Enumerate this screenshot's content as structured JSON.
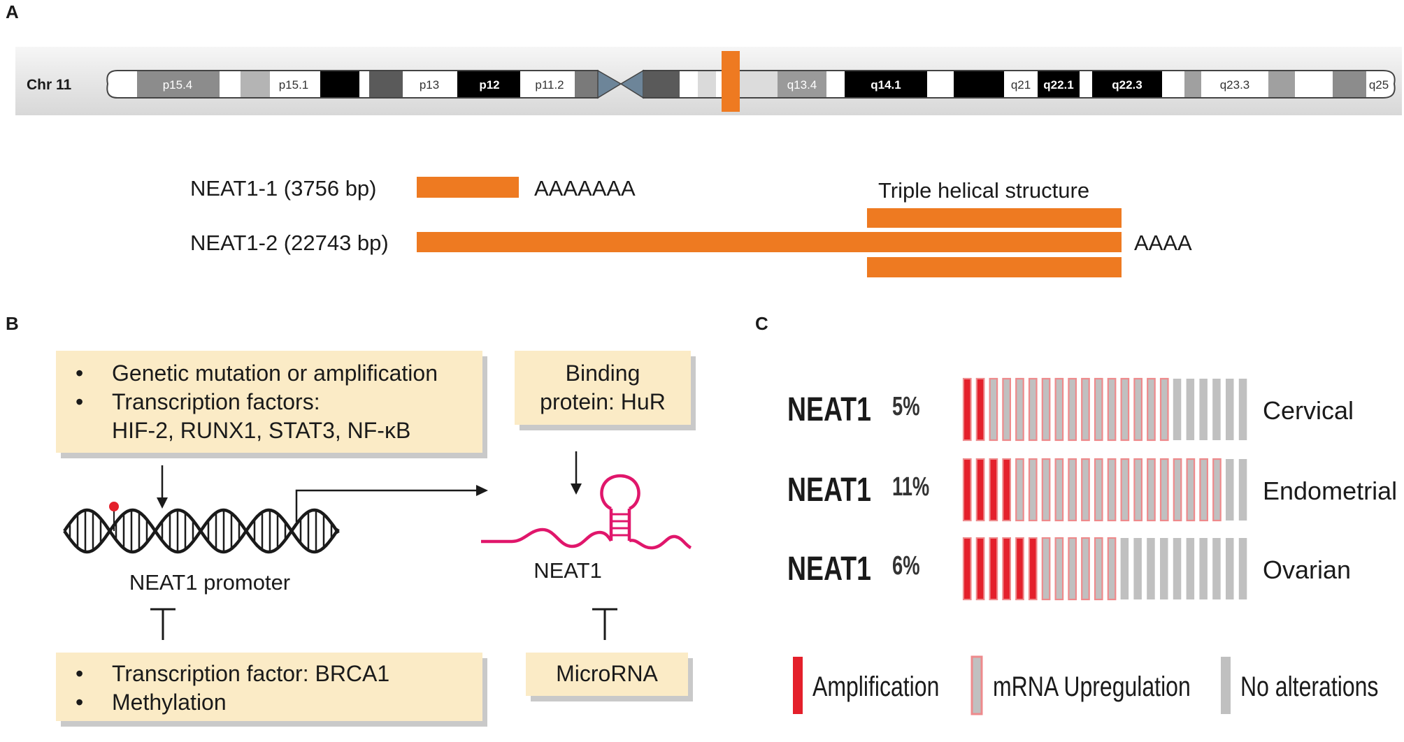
{
  "panel_letters": {
    "a": "A",
    "b": "B",
    "c": "C"
  },
  "chromosome": {
    "label": "Chr 11",
    "bands": [
      "p15.4",
      "p15.1",
      "p13",
      "p12",
      "p11.2",
      "q13.4",
      "q14.1",
      "q21",
      "q22.1",
      "q22.3",
      "q23.3",
      "q25"
    ]
  },
  "transcripts": {
    "neat1_1": {
      "label": "NEAT1-1 (3756 bp)",
      "tail": "AAAAAAA"
    },
    "neat1_2": {
      "label": "NEAT1-2 (22743 bp)",
      "tail": "AAAA"
    },
    "triple_helix_label": "Triple helical structure"
  },
  "panel_b": {
    "activators": {
      "items": [
        "Genetic mutation or amplification",
        "Transcription factors:"
      ],
      "continuation": "HIF-2, RUNX1, STAT3, NF-κB"
    },
    "binding": {
      "line1": "Binding",
      "line2": "protein: HuR"
    },
    "promoter_label": "NEAT1 promoter",
    "neat1_label": "NEAT1",
    "repressors": {
      "items": [
        "Transcription factor: BRCA1",
        "Methylation"
      ]
    },
    "microrna": "MicroRNA"
  },
  "panel_c": {
    "rows": [
      {
        "gene": "NEAT1",
        "pct": "5%",
        "cancer": "Cervical",
        "amplification": 2,
        "upregulation": 14,
        "none": 6
      },
      {
        "gene": "NEAT1",
        "pct": "11%",
        "cancer": "Endometrial",
        "amplification": 4,
        "upregulation": 16,
        "none": 2
      },
      {
        "gene": "NEAT1",
        "pct": "6%",
        "cancer": "Ovarian",
        "amplification": 6,
        "upregulation": 6,
        "none": 10
      }
    ],
    "legend": [
      "Amplification",
      "mRNA Upregulation",
      "No alterations"
    ],
    "colors": {
      "amplification": "#e4202b",
      "upregulation_fill": "#c0c0c0",
      "upregulation_border": "#ee8a8c",
      "none": "#c0c0c0"
    }
  },
  "colors": {
    "orange": "#ee7a21",
    "magenta": "#e0166b",
    "note_bg": "#fbebc6"
  }
}
